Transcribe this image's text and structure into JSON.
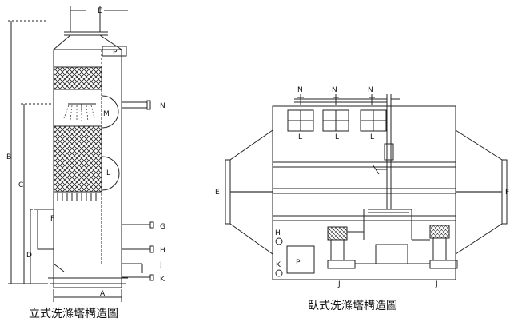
{
  "vertical": {
    "caption": "立式洗滌塔構造圖",
    "labels": {
      "E": "E",
      "P": "P",
      "M": "M",
      "N": "N",
      "L": "L",
      "B": "B",
      "C": "C",
      "F": "F",
      "G": "G",
      "H": "H",
      "D": "D",
      "J": "J",
      "K": "K",
      "A": "A"
    }
  },
  "horizontal": {
    "caption": "臥式洗滌塔構造圖",
    "labels": {
      "N1": "N",
      "N2": "N",
      "N3": "N",
      "L1": "L",
      "L2": "L",
      "L3": "L",
      "E": "E",
      "F": "F",
      "H": "H",
      "K": "K",
      "P": "P",
      "J1": "J",
      "J2": "J"
    }
  }
}
